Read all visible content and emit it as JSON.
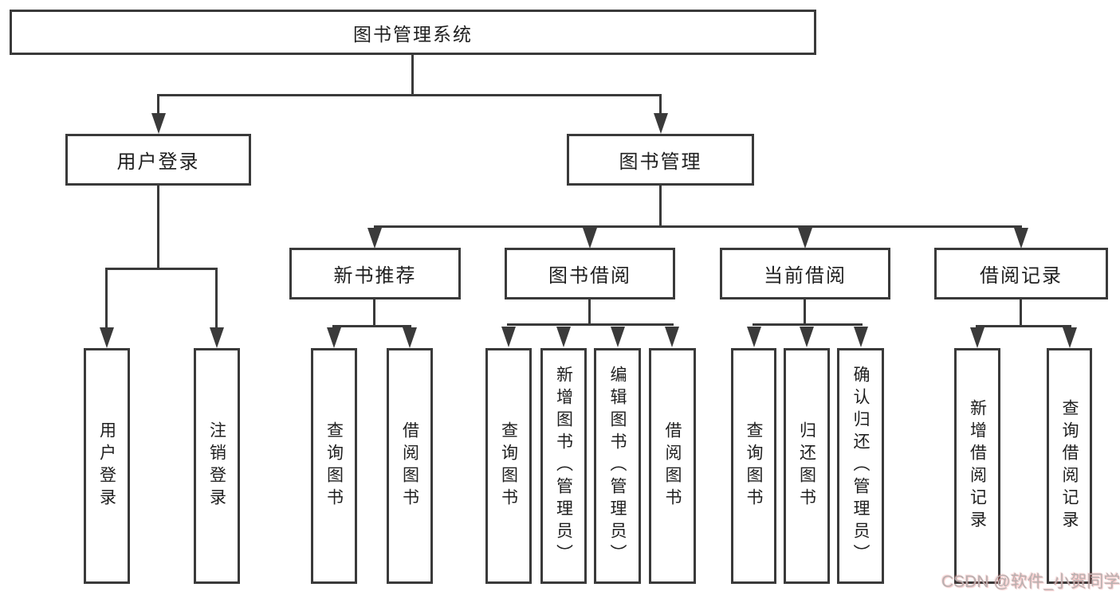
{
  "colors": {
    "line": "#3a3a3a",
    "box_border": "#3a3a3a",
    "text": "#1f1f1f",
    "background": "#ffffff",
    "watermark": "#b8b1b1"
  },
  "diagram": {
    "root": {
      "label": "图书管理系统"
    },
    "level2": {
      "user_login": {
        "label": "用户登录"
      },
      "book_management": {
        "label": "图书管理"
      }
    },
    "level3": {
      "new_book_recommend": {
        "label": "新书推荐"
      },
      "book_borrow": {
        "label": "图书借阅"
      },
      "current_borrow": {
        "label": "当前借阅"
      },
      "borrow_records": {
        "label": "借阅记录"
      }
    },
    "leaves": {
      "user_login_leaf": {
        "label": "用户登录"
      },
      "logout_leaf": {
        "label": "注销登录"
      },
      "recommend_query_books": {
        "label": "查询图书"
      },
      "recommend_borrow_books": {
        "label": "借阅图书"
      },
      "borrow_query_books": {
        "label": "查询图书"
      },
      "borrow_add_books": {
        "label": "新增图书（管理员）"
      },
      "borrow_edit_books": {
        "label": "编辑图书（管理员）"
      },
      "borrow_borrow_books": {
        "label": "借阅图书"
      },
      "current_query_books": {
        "label": "查询图书"
      },
      "current_return_books": {
        "label": "归还图书"
      },
      "current_confirm_return": {
        "label": "确认归还（管理员）"
      },
      "records_add_record": {
        "label": "新增借阅记录"
      },
      "records_query_record": {
        "label": "查询借阅记录"
      }
    }
  },
  "watermark": {
    "text": "CSDN @软件_小贺同学"
  }
}
